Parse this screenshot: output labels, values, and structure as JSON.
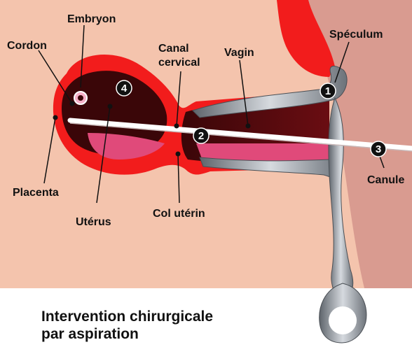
{
  "labels": {
    "embryon": "Embryon",
    "cordon": "Cordon",
    "canal_line1": "Canal",
    "canal_line2": "cervical",
    "vagin": "Vagin",
    "speculum": "Spéculum",
    "placenta": "Placenta",
    "uterus": "Utérus",
    "col_uterin": "Col utérin",
    "canule": "Canule"
  },
  "markers": {
    "speculum": "1",
    "canule_mid": "2",
    "canule_end": "3",
    "uterus": "4"
  },
  "caption": {
    "line1": "Intervention chirurgicale",
    "line2": "par aspiration"
  },
  "colors": {
    "skin": "#f4c4ad",
    "skin_right": "#d99b90",
    "tissue_red": "#f21c1c",
    "cavity_dark": "#3a0608",
    "pink": "#e04a7a",
    "speculum_grey": "#9aa0a6",
    "cannula": "#ffffff"
  }
}
